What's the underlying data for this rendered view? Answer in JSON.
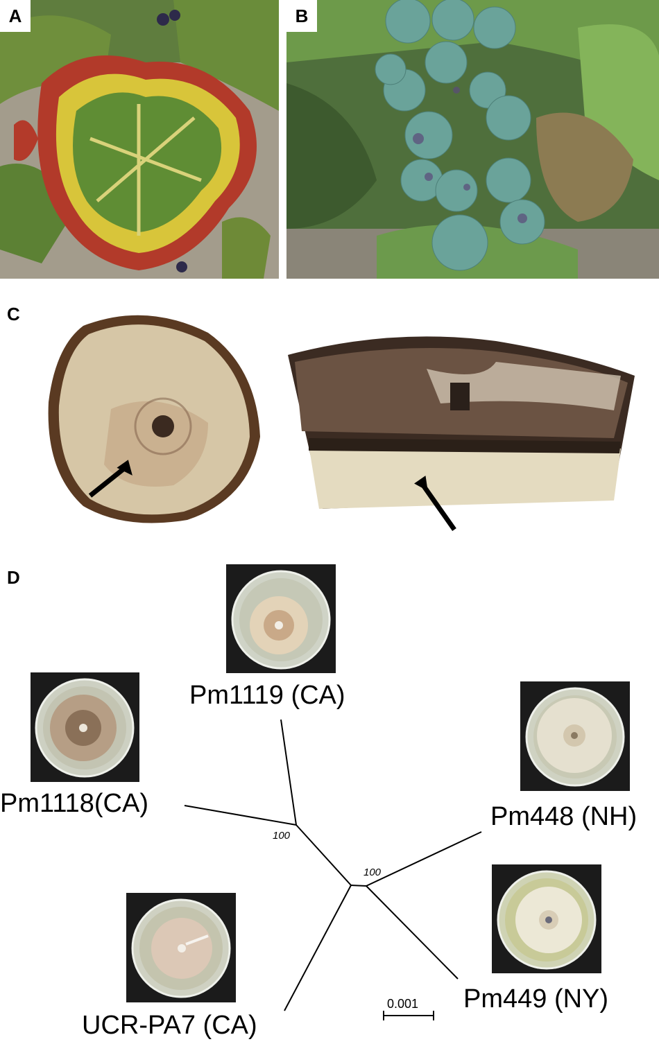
{
  "panels": {
    "a": {
      "letter": "A"
    },
    "b": {
      "letter": "B"
    },
    "c": {
      "letter": "C"
    },
    "d": {
      "letter": "D"
    }
  },
  "tree": {
    "taxa": {
      "pm1119": "Pm1119 (CA)",
      "pm1118": "Pm1118(CA)",
      "pm448": "Pm448 (NH)",
      "pm449": "Pm449 (NY)",
      "ucr": "UCR-PA7 (CA)"
    },
    "bootstrap": {
      "left_node": "100",
      "right_node": "100"
    },
    "scale_bar": "0.001"
  }
}
